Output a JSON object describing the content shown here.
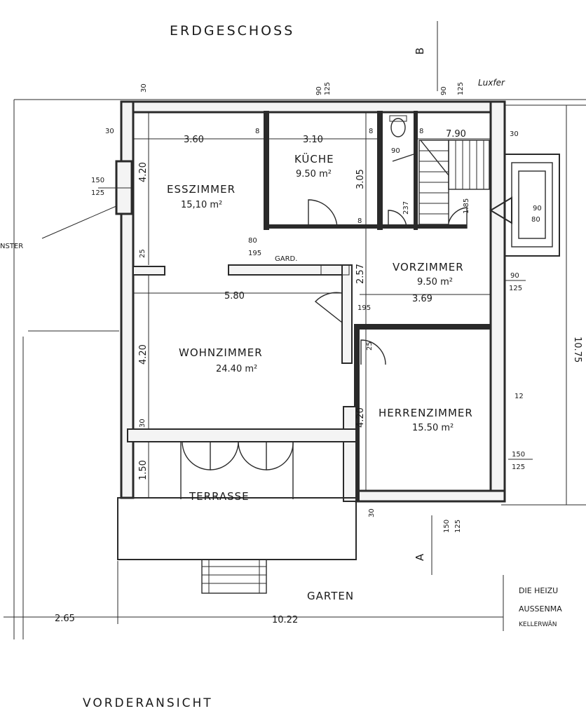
{
  "title": "ERDGESCHOSS",
  "bottom_title": "VORDERANSICHT",
  "rooms": {
    "esszimmer": {
      "name": "ESSZIMMER",
      "area": "15,10 m²"
    },
    "kueche": {
      "name": "KÜCHE",
      "area": "9.50 m²"
    },
    "wohnzimmer": {
      "name": "WOHNZIMMER",
      "area": "24.40 m²"
    },
    "vorzimmer": {
      "name": "VORZIMMER",
      "area": "9.50 m²"
    },
    "herrenzimmer": {
      "name": "HERRENZIMMER",
      "area": "15.50 m²"
    },
    "terrasse": {
      "name": "TERRASSE"
    },
    "garten": {
      "name": "GARTEN"
    },
    "gard": {
      "name": "GARD."
    }
  },
  "dimensions": {
    "esszimmer_width": "3.60",
    "kueche_width": "3.10",
    "stair_width": "7.90",
    "wohnzimmer_width": "5.80",
    "vorzimmer_width": "3.69",
    "total_length": "10.22",
    "overhang": "2.65",
    "total_depth": "10.75",
    "esszimmer_depth": "4.20",
    "kueche_depth": "3.05",
    "vorzimmer_depth": "2.57",
    "wohnzimmer_depth": "4.20",
    "herrenzimmer_depth": "4.20",
    "terrasse_depth": "1.50",
    "wall_25": "25",
    "wall_30": "30",
    "wall_8": "8",
    "wall_12": "12",
    "window_150": "150",
    "window_125": "125",
    "window_90": "90",
    "window_80": "80",
    "window_195": "195",
    "window_237": "237",
    "window_185": "1.85"
  },
  "markers": {
    "section_a": "A",
    "section_b": "B",
    "luxfer": "Luxfer"
  },
  "notes": {
    "left_label": "NSTER",
    "right_line1": "DIE HEIZU",
    "right_line2": "AUSSENMA",
    "right_line3": "KELLERWÄN"
  }
}
